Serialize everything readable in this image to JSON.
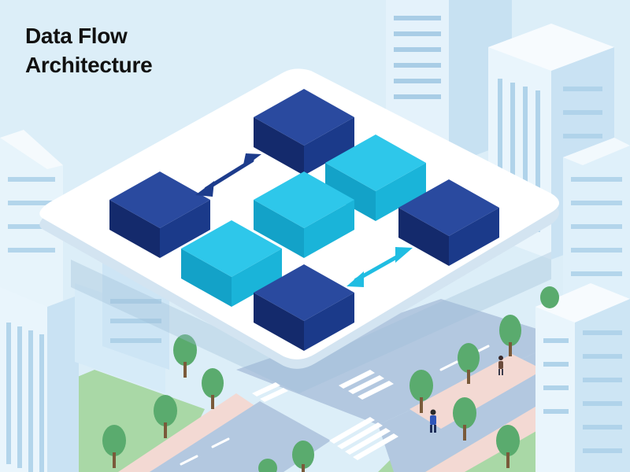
{
  "title": {
    "line1": "Data Flow",
    "line2": "Architecture"
  },
  "colors": {
    "sky": "#dceef8",
    "platform": "#ffffff",
    "block_dark_top": "#2a4a9f",
    "block_dark_left": "#142a6c",
    "block_dark_right": "#1b3a8a",
    "block_cyan_top": "#2ec7ea",
    "block_cyan_left": "#13a2c8",
    "block_cyan_right": "#1ab4d9",
    "arrow_dark": "#1d3c8c",
    "arrow_cyan": "#20bde2",
    "tree": "#5aab6e",
    "grass": "#a9d8a6",
    "road": "#b3c8e0",
    "building": "#cfe6f5"
  },
  "blocks": [
    {
      "id": "block-top-dark",
      "tone": "dark"
    },
    {
      "id": "block-cyan-right-top",
      "tone": "cyan"
    },
    {
      "id": "block-left-dark",
      "tone": "dark"
    },
    {
      "id": "block-cyan-center",
      "tone": "cyan"
    },
    {
      "id": "block-right-dark",
      "tone": "dark"
    },
    {
      "id": "block-cyan-left",
      "tone": "cyan"
    },
    {
      "id": "block-bottom-dark",
      "tone": "dark"
    }
  ],
  "arrows": [
    {
      "id": "arrow-dark-bidirectional",
      "tone": "dark"
    },
    {
      "id": "arrow-cyan-bidirectional",
      "tone": "cyan"
    }
  ]
}
